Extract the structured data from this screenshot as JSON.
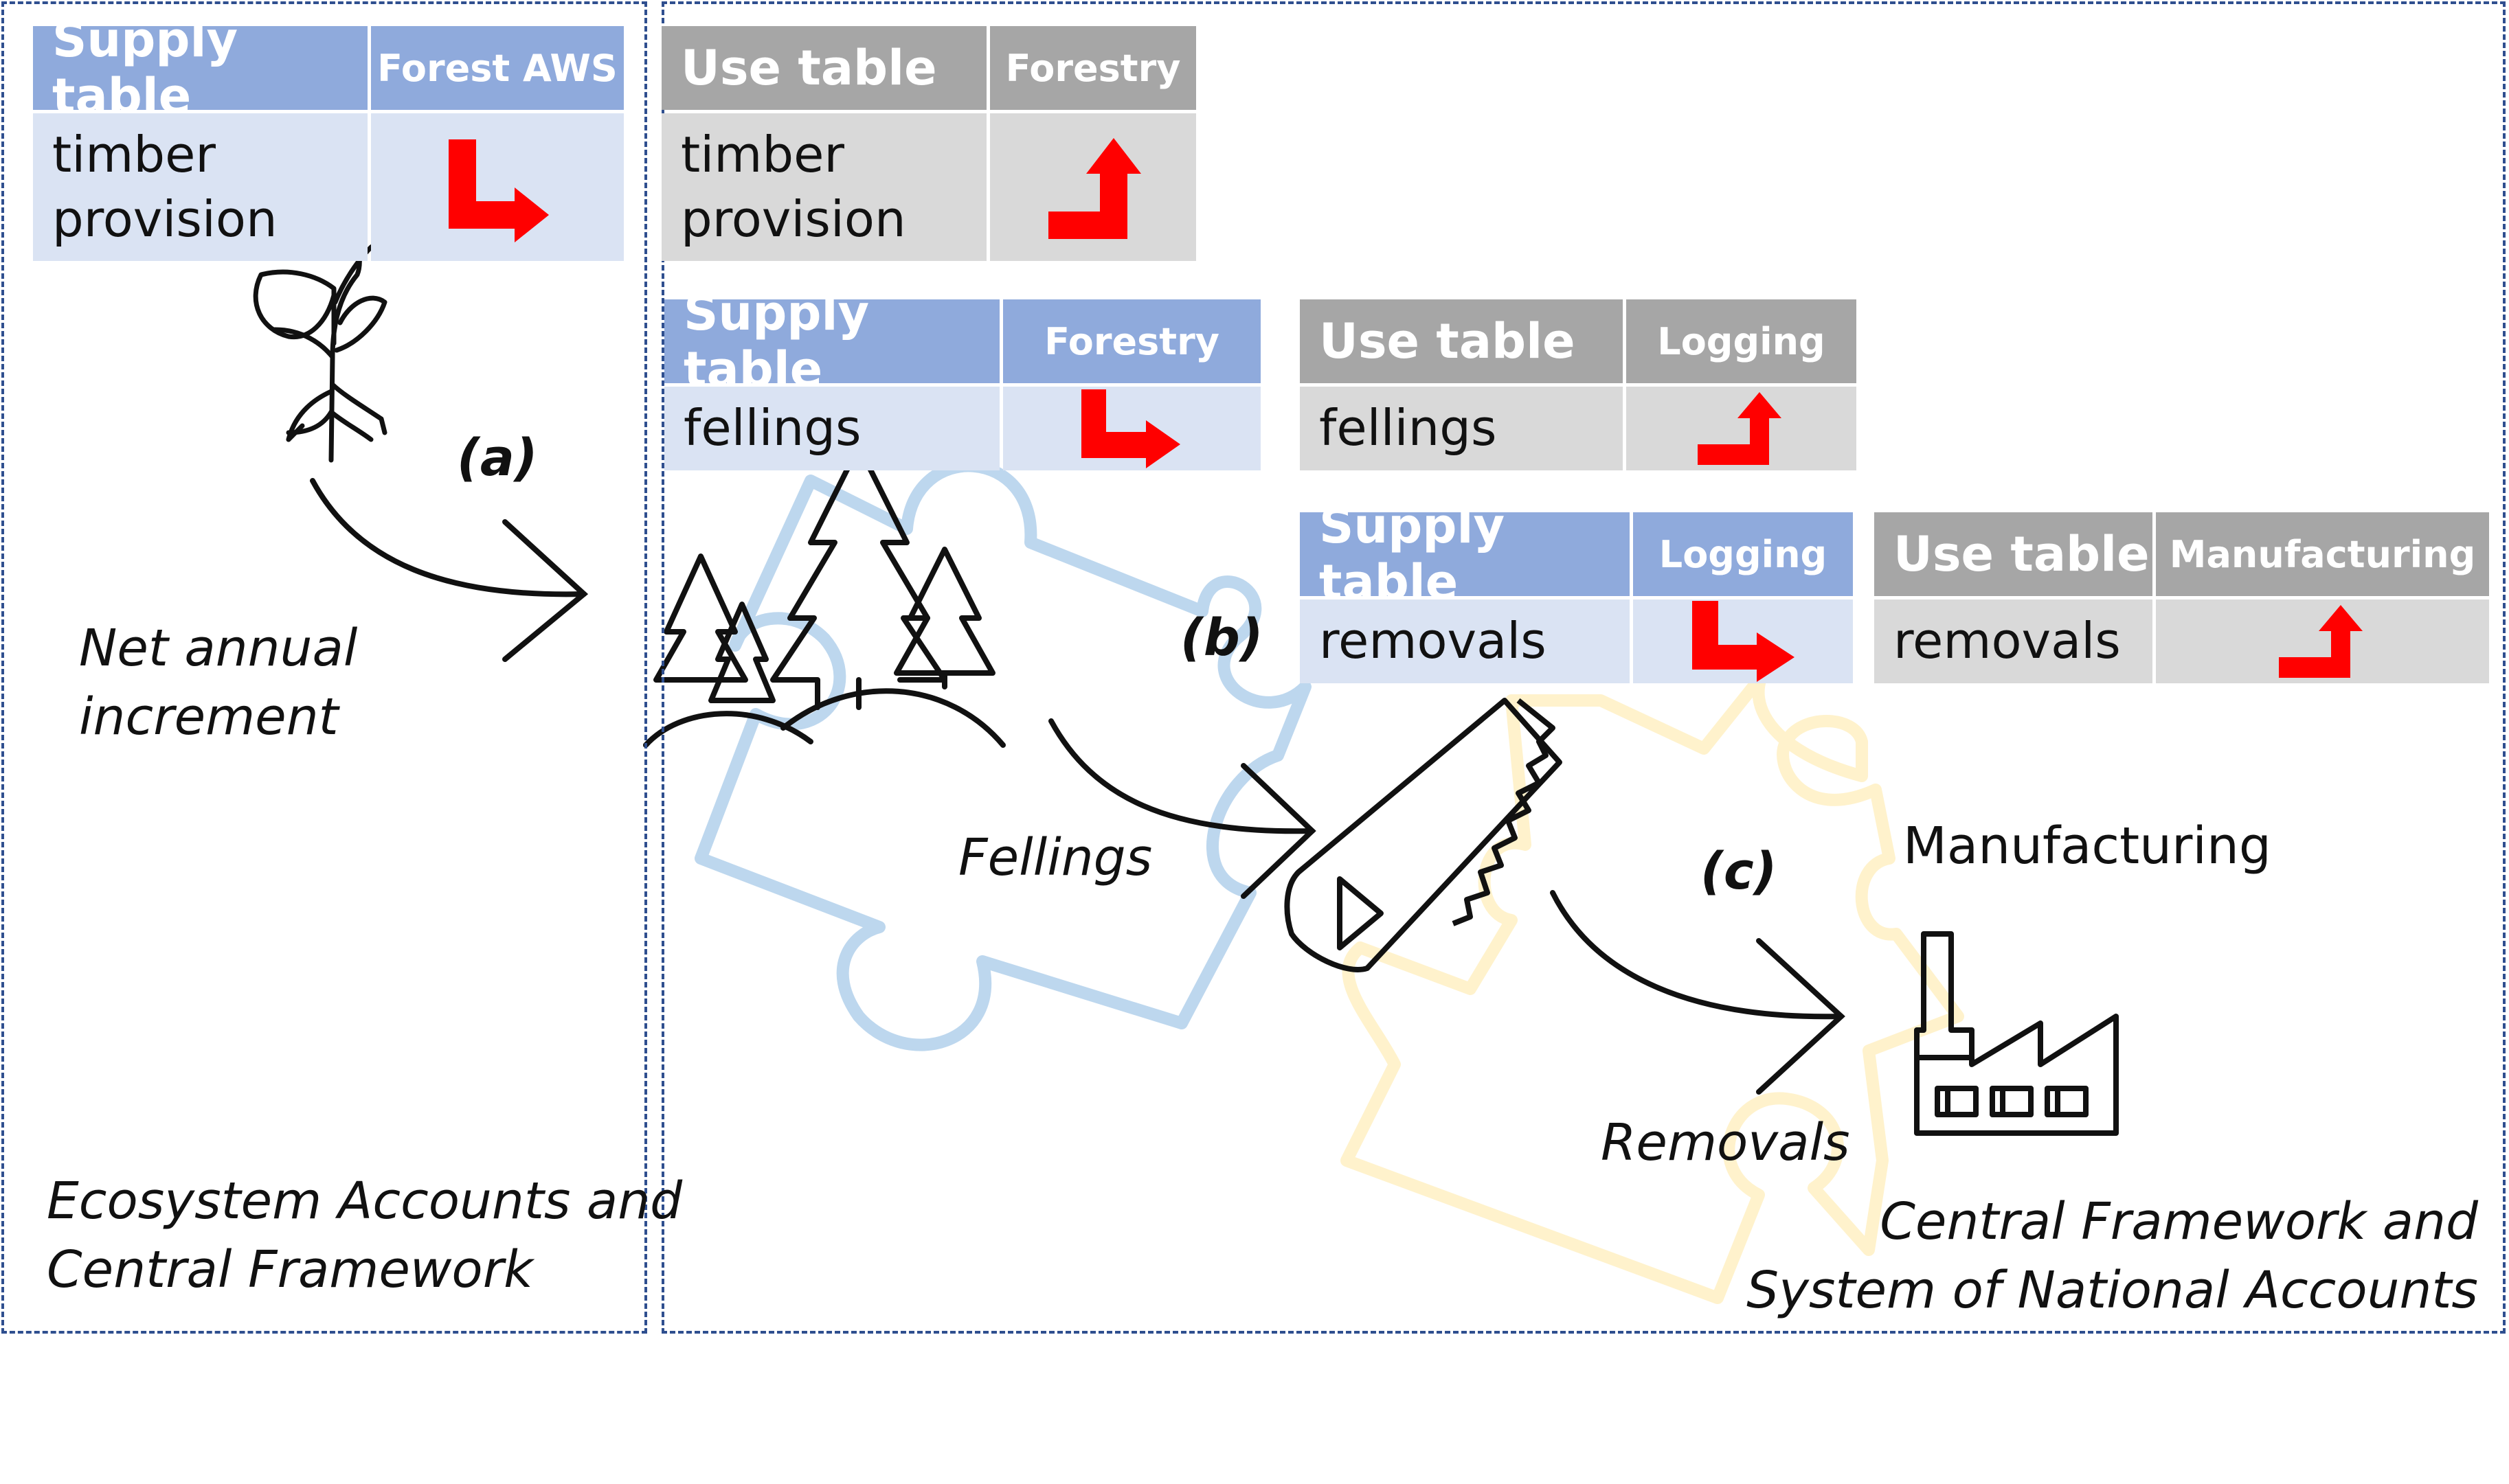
{
  "colors": {
    "supply_header": "#8faadc",
    "supply_body": "#dae3f3",
    "use_header": "#a6a6a6",
    "use_body": "#d9d9d9",
    "arrow_red": "#ff0000",
    "panel_border": "#2f4f8f",
    "puzzle_blue": "#bdd7ee",
    "puzzle_yellow": "#fff2cc"
  },
  "tables": {
    "supply_forest_aws": {
      "title": "Supply table",
      "column": "Forest AWS",
      "row": [
        "timber",
        "provision"
      ]
    },
    "use_forestry": {
      "title": "Use table",
      "column": "Forestry",
      "row": [
        "timber",
        "provision"
      ]
    },
    "supply_forestry": {
      "title": "Supply table",
      "column": "Forestry",
      "row": [
        "fellings"
      ]
    },
    "use_logging": {
      "title": "Use table",
      "column": "Logging",
      "row": [
        "fellings"
      ]
    },
    "supply_logging": {
      "title": "Supply table",
      "column": "Logging",
      "row": [
        "removals"
      ]
    },
    "use_manufacturing": {
      "title": "Use table",
      "column": "Manufacturing",
      "row": [
        "removals"
      ]
    }
  },
  "labels": {
    "step_a": "(a)",
    "step_b": "(b)",
    "step_c": "(c)",
    "net_annual_increment": [
      "Net annual",
      "increment"
    ],
    "fellings_flow": "Fellings",
    "removals_flow": "Removals",
    "manufacturing": "Manufacturing",
    "left_panel_caption": [
      "Ecosystem Accounts and",
      "Central Framework"
    ],
    "right_panel_caption": [
      "Central Framework and",
      "System of National Accounts"
    ]
  },
  "icons": [
    "seedling-icon",
    "forest-icon",
    "saw-icon",
    "factory-icon",
    "puzzle-piece-icon"
  ]
}
